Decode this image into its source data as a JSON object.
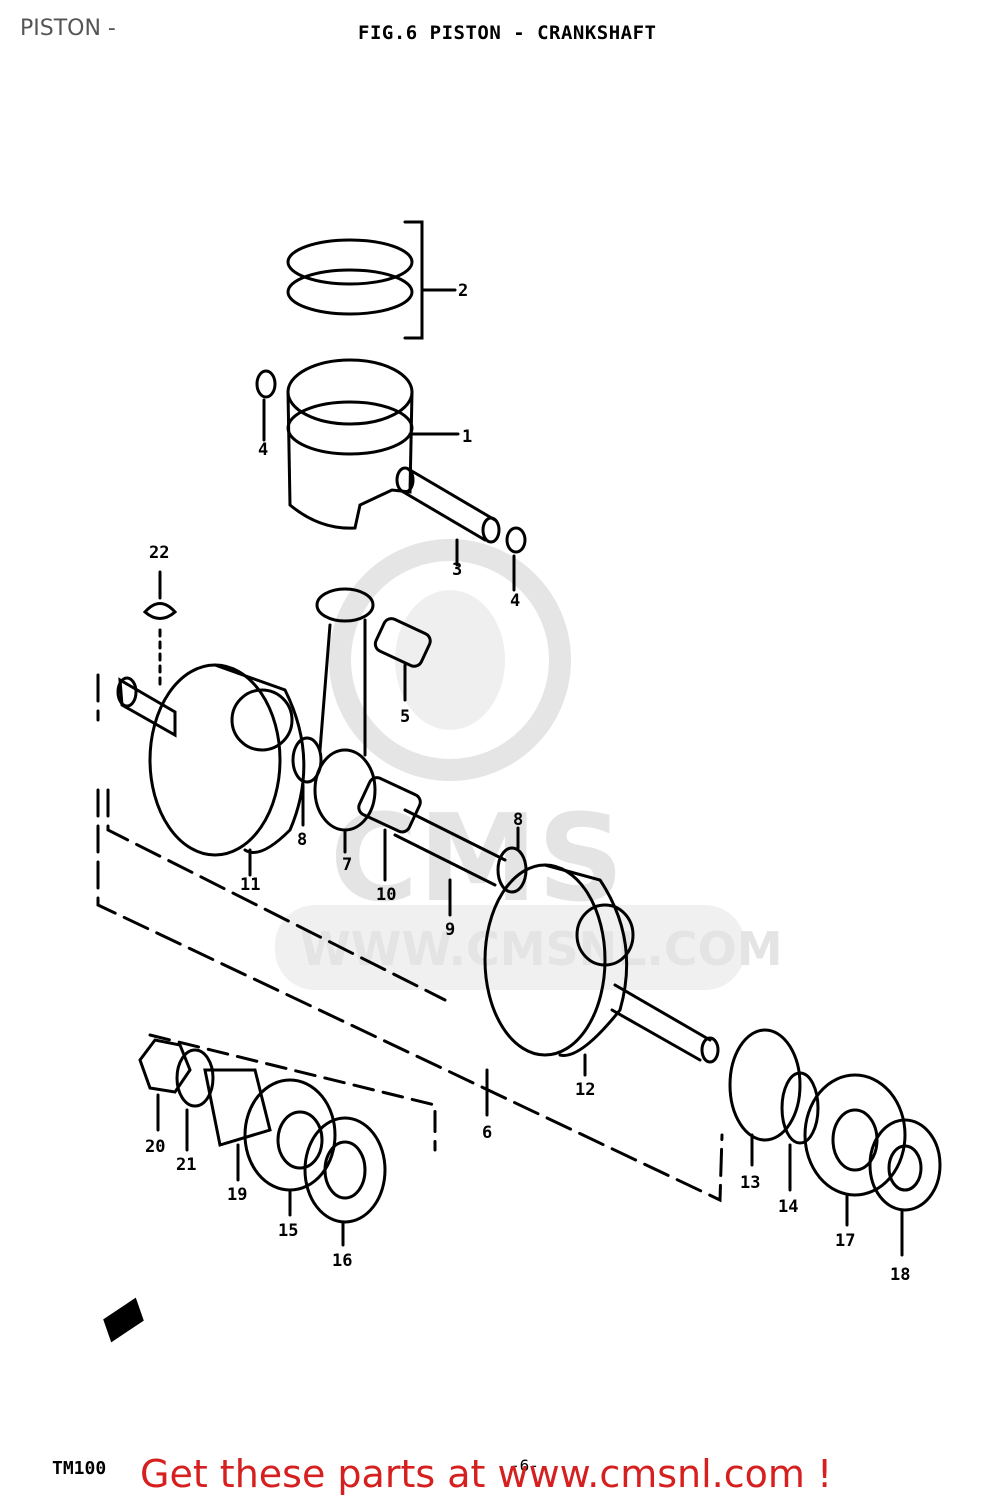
{
  "header": {
    "page_label": "PISTON -",
    "figure_title": "FIG.6  PISTON - CRANKSHAFT"
  },
  "watermark": {
    "logo_text": "CMS",
    "url_text": "WWW.CMSNL.COM"
  },
  "callouts": [
    {
      "id": "1",
      "label": "1"
    },
    {
      "id": "2",
      "label": "2"
    },
    {
      "id": "3",
      "label": "3"
    },
    {
      "id": "4a",
      "label": "4"
    },
    {
      "id": "4b",
      "label": "4"
    },
    {
      "id": "5",
      "label": "5"
    },
    {
      "id": "6",
      "label": "6"
    },
    {
      "id": "7",
      "label": "7"
    },
    {
      "id": "8a",
      "label": "8"
    },
    {
      "id": "8b",
      "label": "8"
    },
    {
      "id": "9",
      "label": "9"
    },
    {
      "id": "10",
      "label": "10"
    },
    {
      "id": "11",
      "label": "11"
    },
    {
      "id": "12",
      "label": "12"
    },
    {
      "id": "13",
      "label": "13"
    },
    {
      "id": "14",
      "label": "14"
    },
    {
      "id": "15",
      "label": "15"
    },
    {
      "id": "16",
      "label": "16"
    },
    {
      "id": "17",
      "label": "17"
    },
    {
      "id": "18",
      "label": "18"
    },
    {
      "id": "19",
      "label": "19"
    },
    {
      "id": "20",
      "label": "20"
    },
    {
      "id": "21",
      "label": "21"
    },
    {
      "id": "22",
      "label": "22"
    }
  ],
  "footer": {
    "model": "TM100",
    "page_number": "-6-",
    "promo": "Get these parts at www.cmsnl.com !"
  }
}
